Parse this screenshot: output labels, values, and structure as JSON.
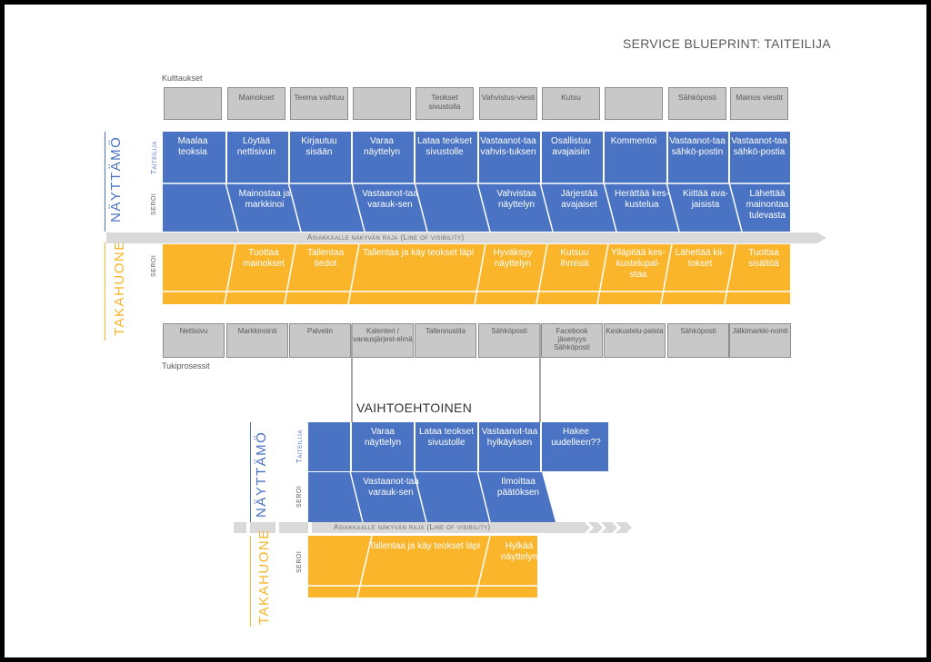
{
  "title": "SERVICE BLUEPRINT: TAITEILIJA",
  "touchpoints_label": "Kulttaukset",
  "support_label": "Tukiprosessit",
  "line_of_visibility": "Asiakkaalle näkyvän raja (Line of visibility)",
  "alt_title": "VAIHTOEHTOINEN",
  "main": {
    "front_title": "NÄYTTÄMÖ",
    "back_title": "TAKAHUONE",
    "lane_artist": "Taiteilija",
    "lane_front_seroi": "SEROI",
    "lane_back_seroi": "SEROI",
    "touchpoints": [
      "",
      "Mainokset",
      "Teema vaihtuu",
      "",
      "Teokset sivustolla",
      "Vahvistus-viesti",
      "Kutsu",
      "",
      "Sähköposti",
      "Mainos viestit"
    ],
    "artist": [
      "Maalaa teoksia",
      "Löytää nettisivun",
      "Kirjautuu sisään",
      "Varaa näyttelyn",
      "Lataa teokset sivustolle",
      "Vastaanot-taa vahvis-tuksen",
      "Osallistuu avajaisiin",
      "Kommentoi",
      "Vastaanot-taa sähkö-postin",
      "Vastaanot-taa sähkö-postia"
    ],
    "seroi_front": [
      "",
      "Mainostaa ja markkinoi",
      "",
      "Vastaanot-taa varauk-sen",
      "",
      "Vahvistaa näyttelyn",
      "Järjestää avajaiset",
      "Herättää kes-kustelua",
      "Kiittää ava-jaisista",
      "Lähettää mainontaa tulevasta"
    ],
    "seroi_back": [
      "",
      "Tuottaa mainokset",
      "Tallentaa tiedot",
      "Tallentaa ja käy teokset läpi",
      "Hyväksyy näyttelyn",
      "Kutsuu ihmisiä",
      "Ylläpitää kes-kustelupal-staa",
      "Lähettää kii-tokset",
      "Tuottaa sisältöä"
    ],
    "support": [
      "Nettisivu",
      "Markkinointi",
      "Palvelin",
      "Kalenteri / varausjärjest-elmä",
      "Tallennustila",
      "Sähköposti",
      "Facebook jäsenyys Sähköposti",
      "Keskustelu-palsta",
      "Sähköposti",
      "Jälkimarkki-nointi"
    ]
  },
  "alt": {
    "front_title": "NÄYTTÄMÖ",
    "back_title": "TAKAHUONE",
    "lane_artist": "Taiteilija",
    "lane_front_seroi": "SEROI",
    "lane_back_seroi": "SEROI",
    "artist": [
      "",
      "Varaa näyttelyn",
      "Lataa teokset sivustolle",
      "Vastaanot-taa hylkäyksen",
      "Hakee uudelleen??"
    ],
    "seroi_front": [
      "",
      "Vastaanot-taa varauk-sen",
      "",
      "Ilmoittaa päätöksen"
    ],
    "seroi_back": [
      "",
      "Tallentaa ja käy teokset läpi",
      "Hylkää näyttelyn"
    ]
  },
  "colors": {
    "front": "#4a73c4",
    "back": "#fbb52b",
    "support": "#c8c8c8",
    "visibility_arrow": "#d9d9d9"
  }
}
